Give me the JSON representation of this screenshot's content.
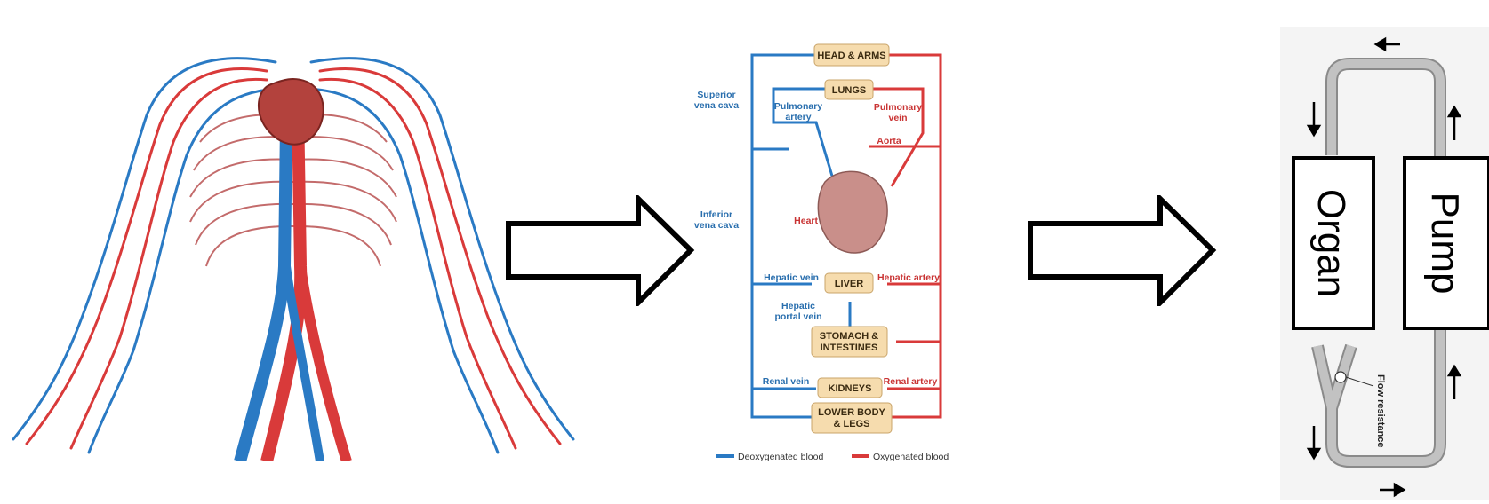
{
  "colors": {
    "deoxygenated": "#2a7ac4",
    "oxygenated": "#d93a3a",
    "box_fill": "#f6dcae",
    "box_stroke": "#c9a46a",
    "tube": "#bdbdbd",
    "heart": "#c98f8a"
  },
  "circulatory_diagram": {
    "boxes": {
      "head_arms": "HEAD & ARMS",
      "lungs": "LUNGS",
      "liver": "LIVER",
      "stomach_1": "STOMACH &",
      "stomach_2": "INTESTINES",
      "kidneys": "KIDNEYS",
      "lower_1": "LOWER BODY",
      "lower_2": "& LEGS"
    },
    "labels": {
      "superior_1": "Superior",
      "superior_2": "vena cava",
      "pulm_artery_1": "Pulmonary",
      "pulm_artery_2": "artery",
      "pulm_vein_1": "Pulmonary",
      "pulm_vein_2": "vein",
      "aorta": "Aorta",
      "inferior_1": "Inferior",
      "inferior_2": "vena cava",
      "heart": "Heart",
      "hepatic_vein": "Hepatic vein",
      "hepatic_artery": "Hepatic artery",
      "hepatic_portal_1": "Hepatic",
      "hepatic_portal_2": "portal vein",
      "renal_vein": "Renal vein",
      "renal_artery": "Renal artery"
    },
    "legend": {
      "deoxygenated": "Deoxygenated blood",
      "oxygenated": "Oxygenated blood"
    }
  },
  "circuit_model": {
    "organ": "Organ",
    "pump": "Pump",
    "flow_resistance": "Flow resistance"
  }
}
